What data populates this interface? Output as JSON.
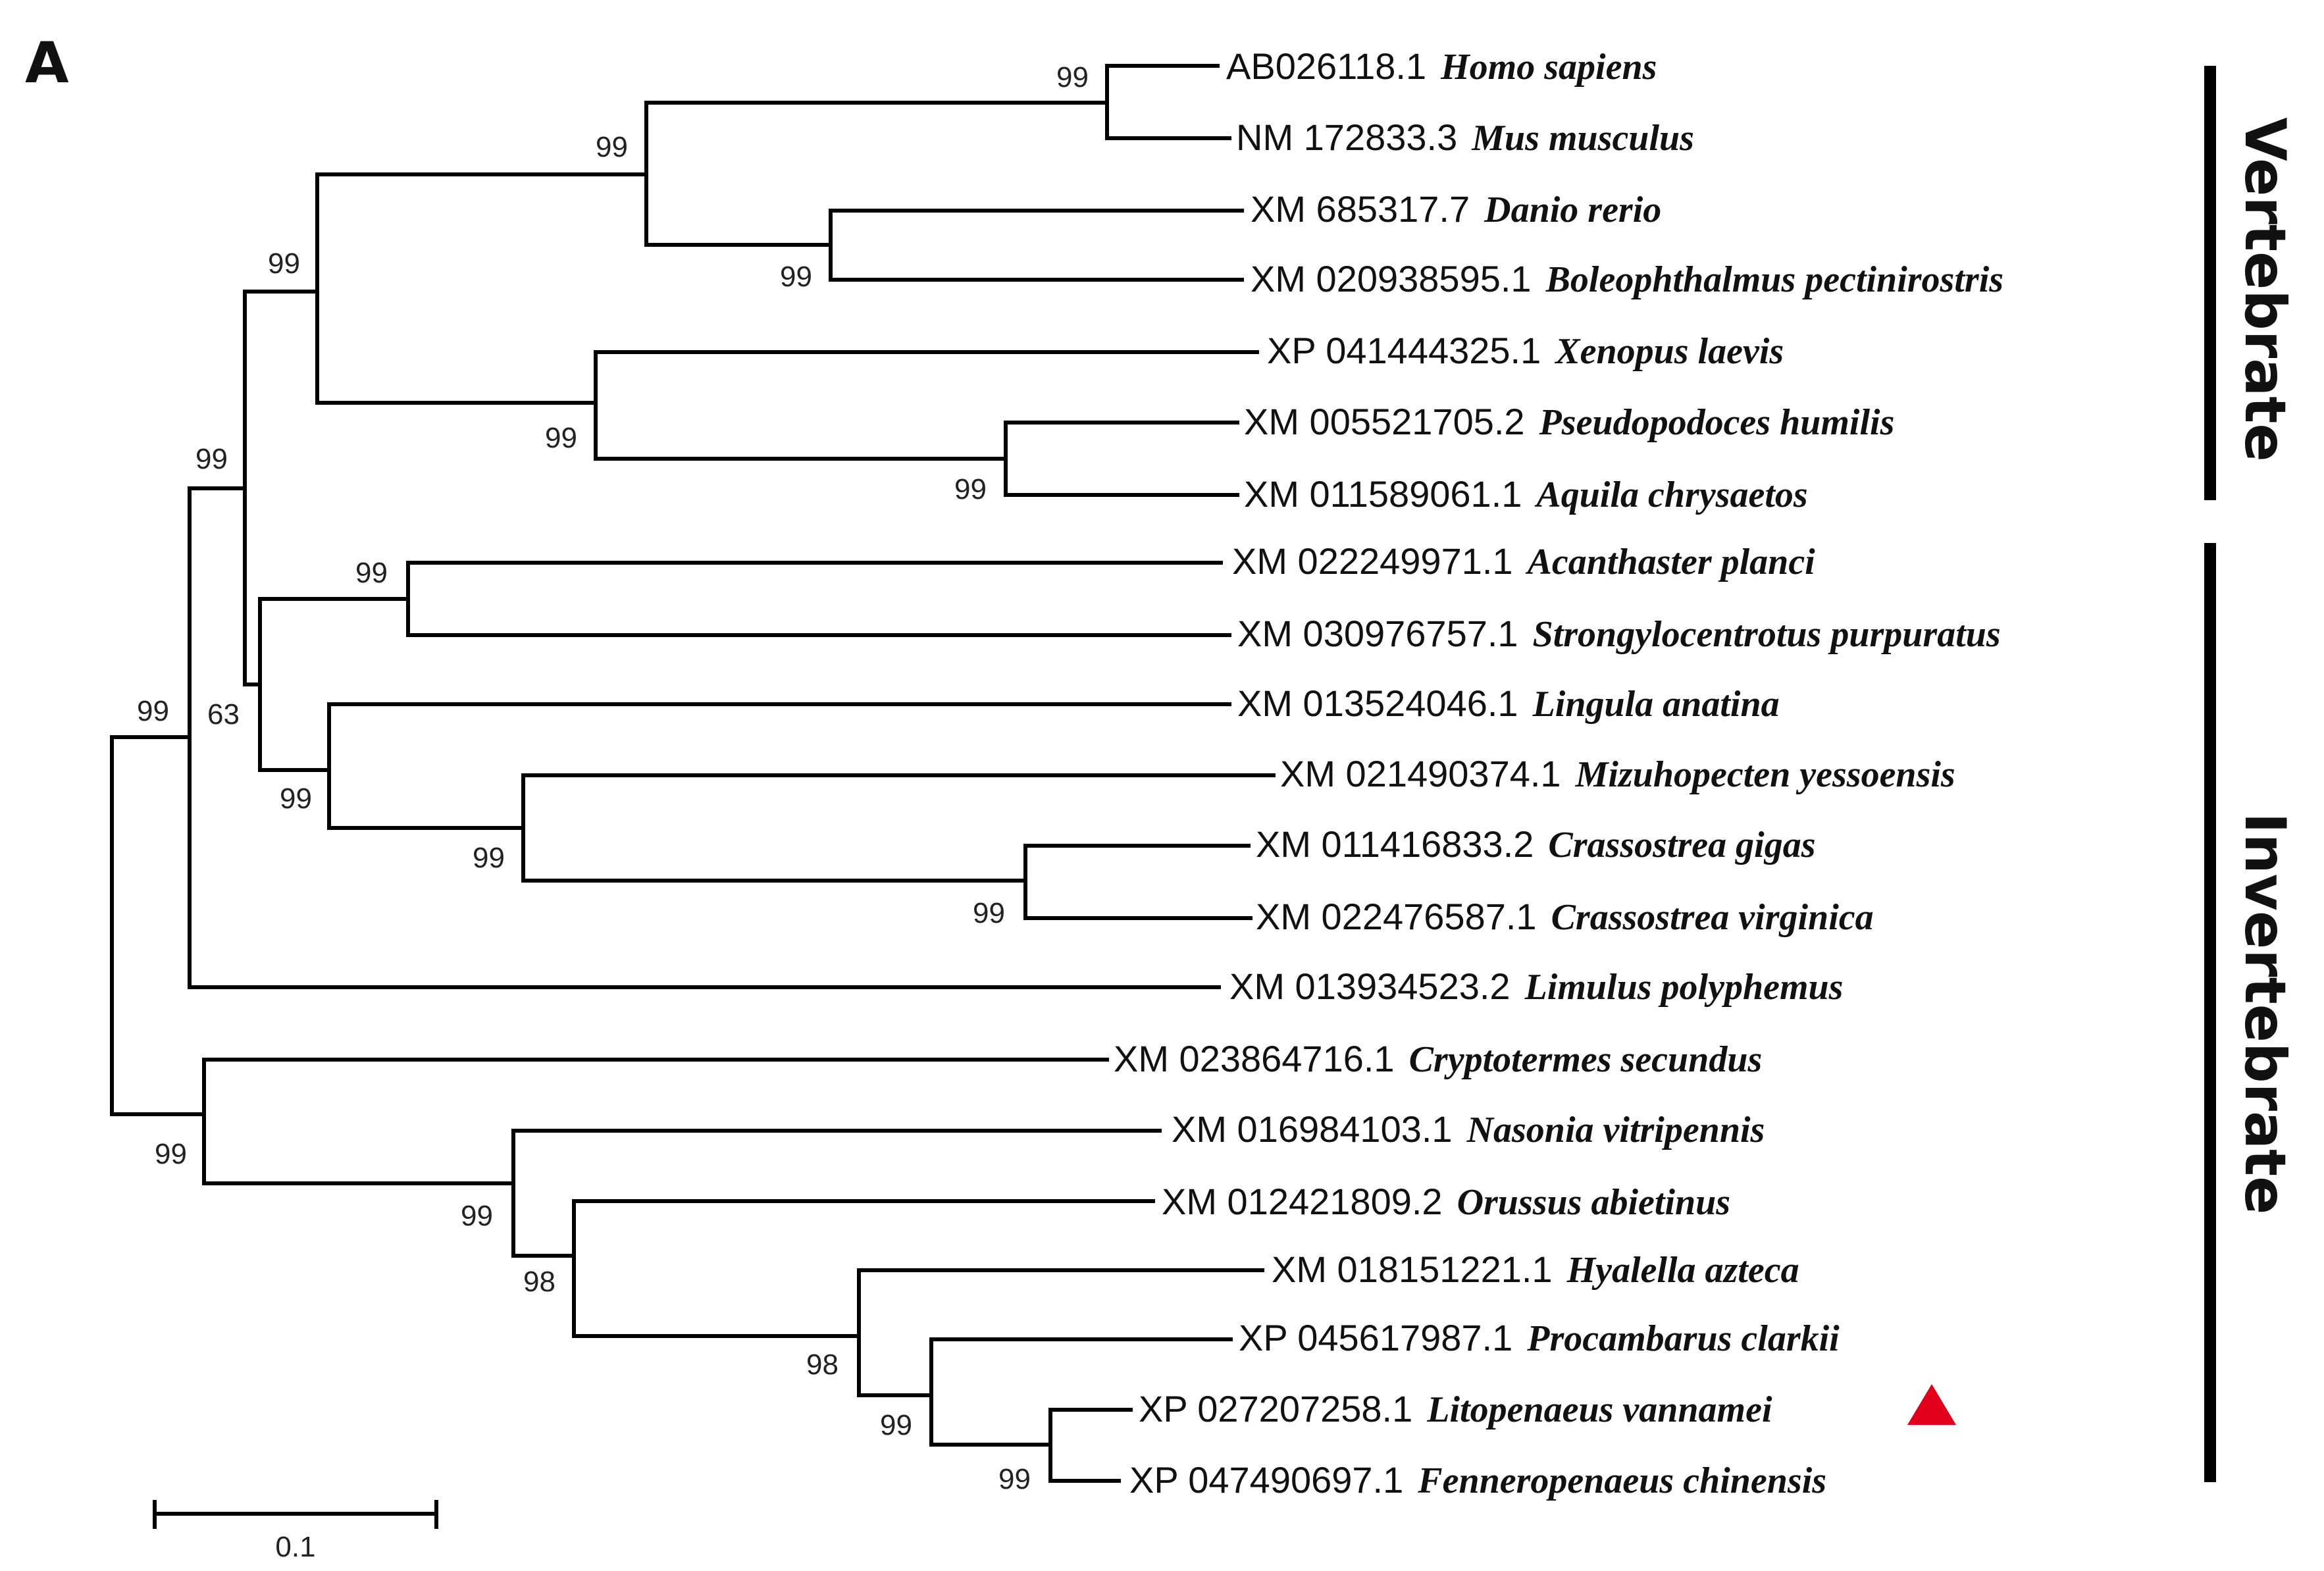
{
  "panel_label": "A",
  "groups": {
    "vertebrate": "Vertebrate",
    "invertebrate": "Invertebrate"
  },
  "scale_bar": {
    "label": "0.1",
    "value": 0.1
  },
  "marker_color": "#e0001b",
  "marker_shape": "red-triangle",
  "taxa": [
    {
      "accession": "AB026118.1",
      "species": "Homo sapiens"
    },
    {
      "accession": "NM 172833.3",
      "species": "Mus musculus"
    },
    {
      "accession": "XM 685317.7",
      "species": "Danio rerio"
    },
    {
      "accession": "XM 020938595.1",
      "species": "Boleophthalmus pectinirostris"
    },
    {
      "accession": "XP 041444325.1",
      "species": "Xenopus laevis"
    },
    {
      "accession": "XM 005521705.2",
      "species": "Pseudopodoces humilis"
    },
    {
      "accession": "XM 011589061.1",
      "species": "Aquila chrysaetos"
    },
    {
      "accession": "XM 022249971.1",
      "species": "Acanthaster planci"
    },
    {
      "accession": "XM 030976757.1",
      "species": "Strongylocentrotus purpuratus"
    },
    {
      "accession": "XM 013524046.1",
      "species": "Lingula anatina"
    },
    {
      "accession": "XM 021490374.1",
      "species": "Mizuhopecten yessoensis"
    },
    {
      "accession": "XM 011416833.2",
      "species": "Crassostrea gigas"
    },
    {
      "accession": "XM 022476587.1",
      "species": "Crassostrea virginica"
    },
    {
      "accession": "XM 013934523.2",
      "species": "Limulus polyphemus"
    },
    {
      "accession": "XM 023864716.1",
      "species": "Cryptotermes secundus"
    },
    {
      "accession": "XM 016984103.1",
      "species": "Nasonia vitripennis"
    },
    {
      "accession": "XM 012421809.2",
      "species": "Orussus abietinus"
    },
    {
      "accession": "XM 018151221.1",
      "species": "Hyalella azteca"
    },
    {
      "accession": "XP 045617987.1",
      "species": "Procambarus clarkii"
    },
    {
      "accession": "XP 027207258.1",
      "species": "Litopenaeus vannamei",
      "marked": true
    },
    {
      "accession": "XP 047490697.1",
      "species": "Fenneropenaeus chinensis"
    }
  ],
  "bootstrap": {
    "homo_mus": "99",
    "mammal_fish": "99",
    "danio_bole": "99",
    "tetrapod_core": "99",
    "xenopus_birds": "99",
    "birds": "99",
    "deuterostome": "99",
    "echinoderm": "99",
    "mid_clade": "63",
    "lophotrochozoa": "99",
    "bivalves": "99",
    "oysters": "99",
    "root": "99",
    "arthropod": "99",
    "insects_crust": "99",
    "orussus_crust": "98",
    "crustacea": "98",
    "decapoda": "99",
    "penaeidae": "99"
  }
}
